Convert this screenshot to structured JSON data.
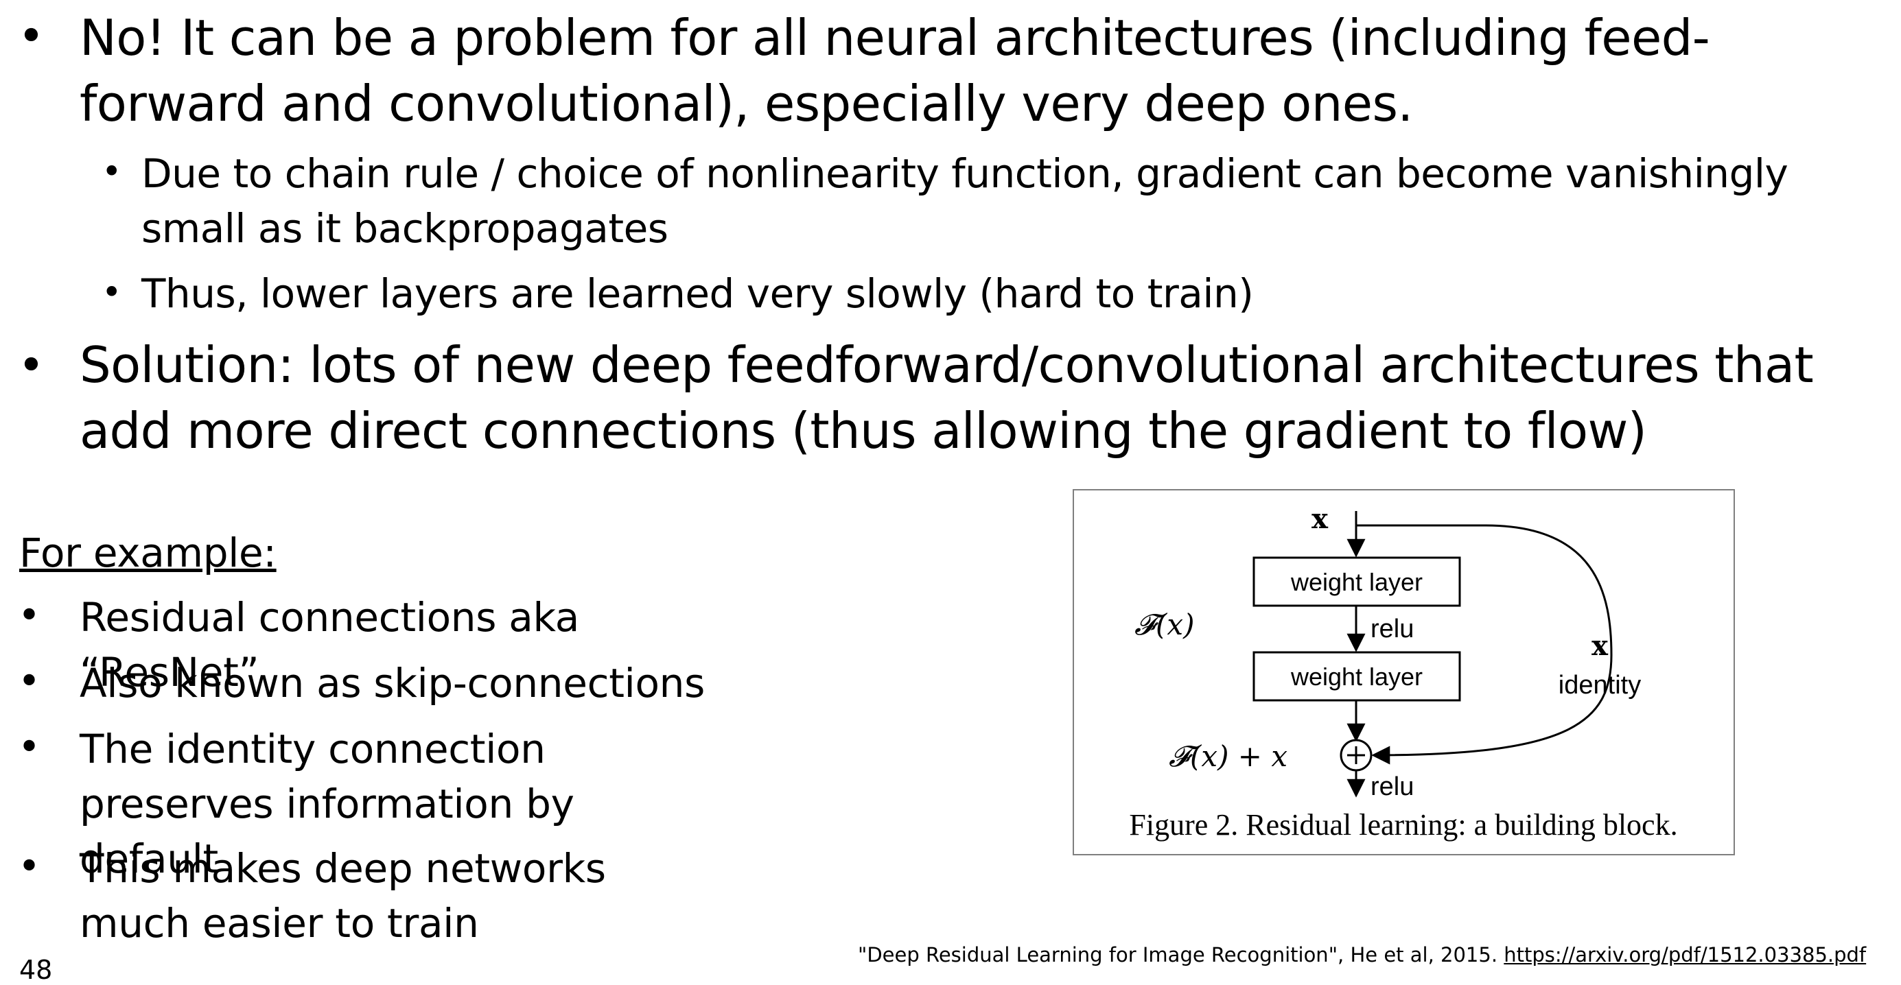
{
  "slide": {
    "bullets": [
      {
        "text": "No! It can be a problem for all neural architectures (including feed-forward and convolutional), especially very deep ones.",
        "sub": [
          "Due to chain rule / choice of nonlinearity function, gradient can become vanishingly small as it backpropagates",
          "Thus, lower layers are learned very slowly (hard to train)"
        ]
      },
      {
        "text": "Solution: lots of new deep feedforward/convolutional architectures that add more direct connections (thus allowing the gradient to flow)"
      }
    ],
    "example_heading": "For example:",
    "example_items": [
      "Residual connections aka “ResNet”",
      "Also known as skip-connections",
      "The identity connection preserves information by default",
      "This makes deep networks much easier to train"
    ],
    "figure": {
      "input_label": "x",
      "layer1": "weight layer",
      "relu1": "relu",
      "layer2": "weight layer",
      "relu2": "relu",
      "fx_label": "𝓕(x)",
      "sum_label": "𝓕(x) + x",
      "identity_x": "x",
      "identity_label": "identity",
      "caption": "Figure 2. Residual learning: a building block."
    },
    "citation_text": "\"Deep Residual Learning for Image Recognition\", He et al, 2015. ",
    "citation_link": "https://arxiv.org/pdf/1512.03385.pdf",
    "page_number": "48",
    "bullet_glyph": "•"
  }
}
